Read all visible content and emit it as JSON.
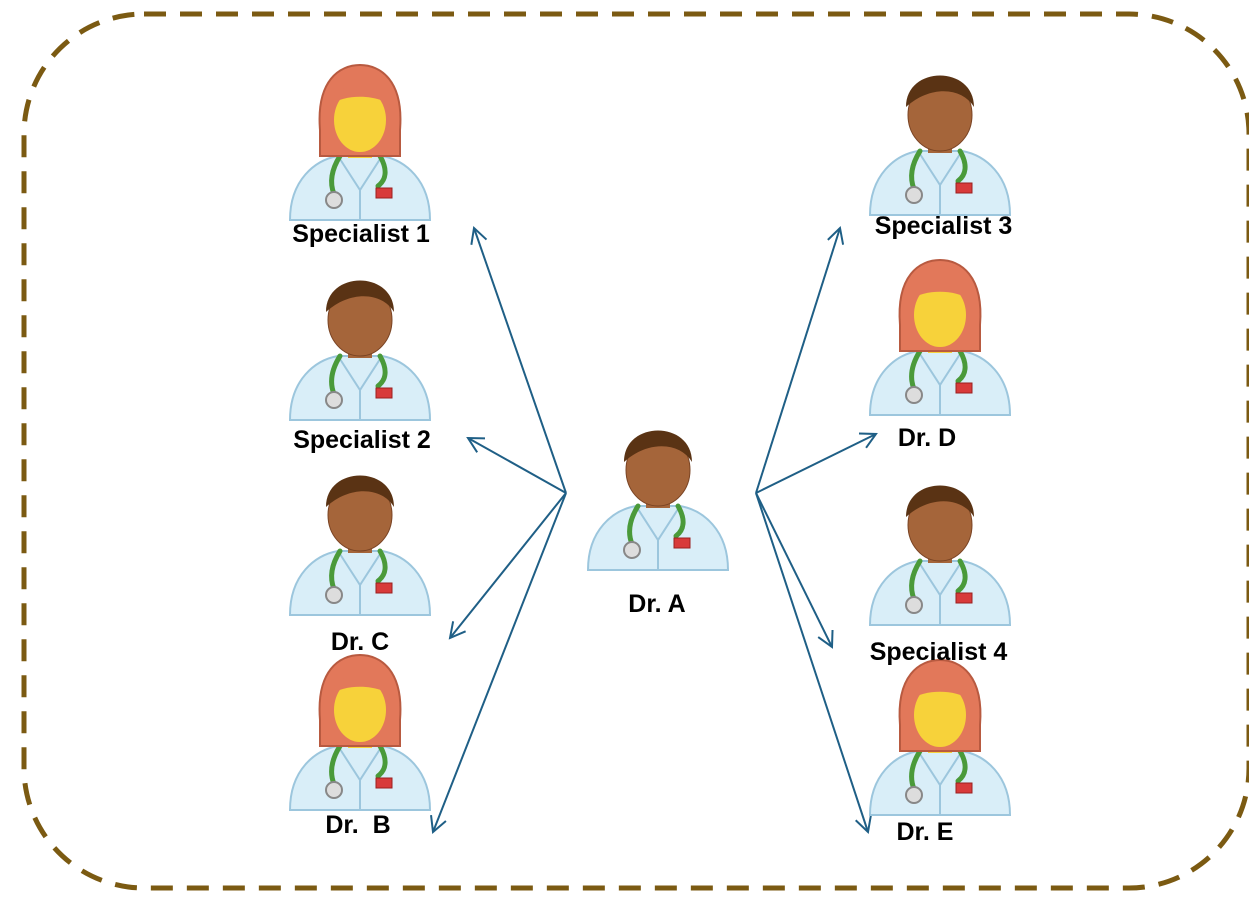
{
  "colors": {
    "frame_dash": "#7b5a12",
    "arrow": "#1f5f86",
    "coat": "#d9eef8",
    "coat_outline": "#9cc6dd",
    "stethoscope": "#4a9a3a",
    "skin_female": "#f7d23a",
    "hair_female": "#e2785a",
    "skin_male": "#a5653a",
    "hair_male": "#5a3314"
  },
  "doctors": [
    {
      "id": "specialist-1",
      "label": "Specialist 1",
      "gender": "female"
    },
    {
      "id": "specialist-2",
      "label": "Specialist 2",
      "gender": "male"
    },
    {
      "id": "dr-c",
      "label": "Dr. C",
      "gender": "male"
    },
    {
      "id": "dr-b",
      "label": "Dr.  B",
      "gender": "female"
    },
    {
      "id": "dr-a",
      "label": "Dr. A",
      "gender": "male"
    },
    {
      "id": "specialist-3",
      "label": "Specialist 3",
      "gender": "male"
    },
    {
      "id": "dr-d",
      "label": "Dr. D",
      "gender": "female"
    },
    {
      "id": "specialist-4",
      "label": "Specialist 4",
      "gender": "male"
    },
    {
      "id": "dr-e",
      "label": "Dr. E",
      "gender": "female"
    }
  ],
  "connections": [
    {
      "from": "dr-a",
      "to": "specialist-1"
    },
    {
      "from": "dr-a",
      "to": "specialist-2"
    },
    {
      "from": "dr-a",
      "to": "dr-c"
    },
    {
      "from": "dr-a",
      "to": "dr-b"
    },
    {
      "from": "dr-a",
      "to": "specialist-3"
    },
    {
      "from": "dr-a",
      "to": "dr-d"
    },
    {
      "from": "dr-a",
      "to": "specialist-4"
    },
    {
      "from": "dr-a",
      "to": "dr-e"
    }
  ]
}
